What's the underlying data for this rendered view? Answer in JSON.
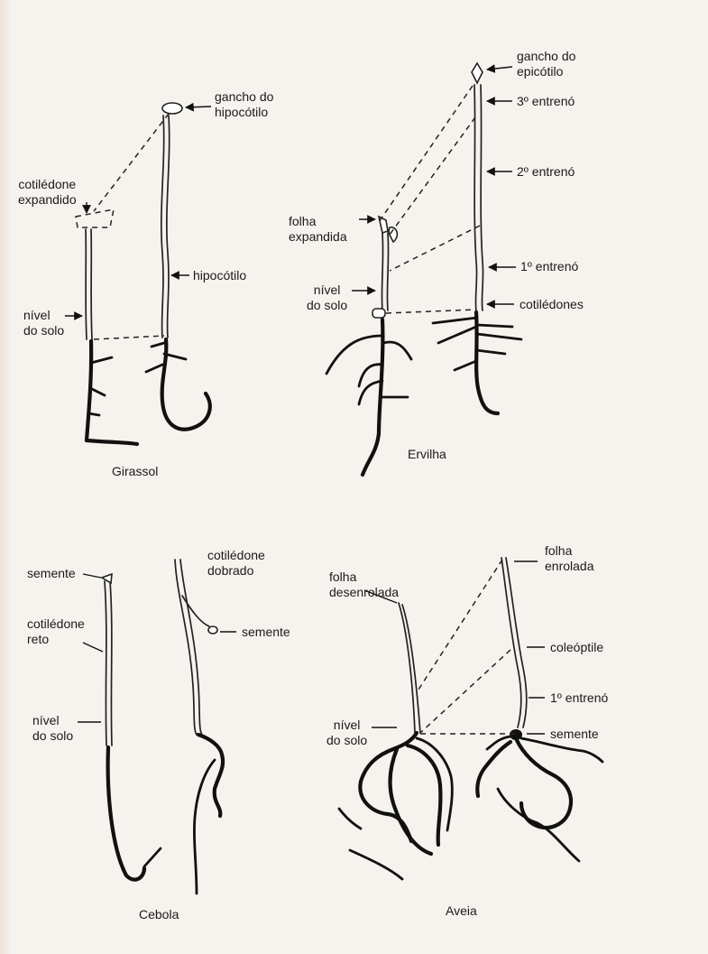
{
  "panels": {
    "girassol": {
      "caption": "Girassol",
      "labels": {
        "gancho": "gancho do\nhipocótilo",
        "cotiledone": "cotilédone\nexpandido",
        "hipocotilo": "hipocótilo",
        "nivel": "nível\ndo solo"
      }
    },
    "ervilha": {
      "caption": "Ervilha",
      "labels": {
        "gancho": "gancho do\nepicótilo",
        "entreno3": "3º entrenó",
        "entreno2": "2º entrenó",
        "folha": "folha\nexpandida",
        "entreno1": "1º entrenó",
        "nivel": "nível\ndo solo",
        "cotiledones": "cotilédones"
      }
    },
    "cebola": {
      "caption": "Cebola",
      "labels": {
        "semente_left": "semente",
        "cotiledone_dobrado": "cotilédone\ndobrado",
        "semente_right": "semente",
        "cotiledone_reto": "cotilédone\nreto",
        "nivel": "nível\ndo solo"
      }
    },
    "aveia": {
      "caption": "Aveia",
      "labels": {
        "folha_desenrolada": "folha\ndesenrolada",
        "folha_enrolada": "folha\nenrolada",
        "coleoptile": "coleóptile",
        "entreno1": "1º entrenó",
        "nivel": "nível\ndo solo",
        "semente": "semente"
      }
    }
  }
}
